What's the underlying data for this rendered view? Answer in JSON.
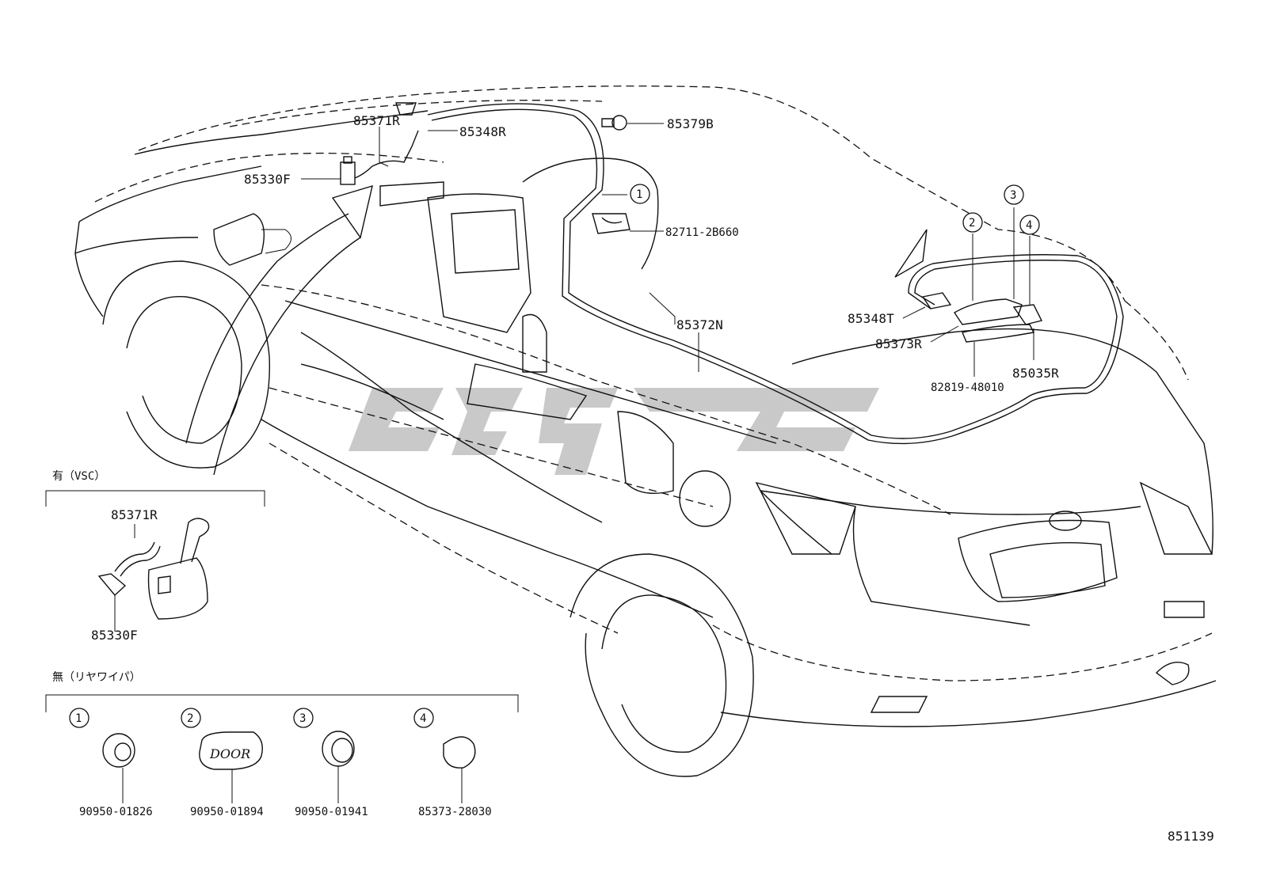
{
  "diagram": {
    "ref_number": "851139",
    "labels": {
      "p85371R": "85371R",
      "p85348R": "85348R",
      "p85379B": "85379B",
      "p85330F": "85330F",
      "p82711": "82711-2B660",
      "p85372N": "85372N",
      "p85348T": "85348T",
      "p85373R": "85373R",
      "p85035R": "85035R",
      "p82819": "82819-48010"
    },
    "callouts": [
      "1",
      "2",
      "3",
      "4"
    ],
    "inset_vsc": {
      "title": "有（VSC）",
      "labels": {
        "hose": "85371R",
        "pump": "85330F"
      }
    },
    "inset_no_rear_wiper": {
      "title": "無（リヤワイパ）",
      "items": [
        {
          "num": "1",
          "part": "90950-01826"
        },
        {
          "num": "2",
          "part": "90950-01894",
          "text": "DOOR"
        },
        {
          "num": "3",
          "part": "90950-01941"
        },
        {
          "num": "4",
          "part": "85373-28030"
        }
      ]
    }
  }
}
